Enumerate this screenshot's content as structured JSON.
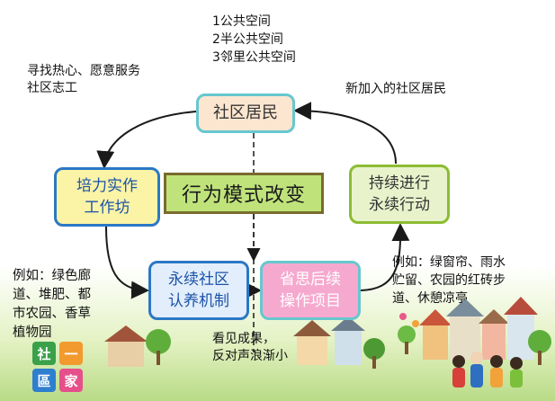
{
  "nodes": {
    "residents": "社区居民",
    "training": "培力实作\n工作坊",
    "continue": "持续进行\n永续行动",
    "mechanism": "永续社区\n认养机制",
    "project": "省思后续\n操作项目",
    "center": "行为模式改变"
  },
  "notes": {
    "space": "1公共空间\n2半公共空间\n3邻里公共空间",
    "volunteer": "寻找热心、愿意服务\n社区志工",
    "new_residents": "新加入的社区居民",
    "left_example": "例如：绿色廊\n道、堆肥、都\n市农园、香草\n植物园",
    "right_example": "例如：绿窗帘、雨水\n贮留、农园的红砖步\n道、休憩凉亭",
    "result": "看见成果，\n反对声浪渐小"
  },
  "logo": [
    "社",
    "一",
    "區",
    "家"
  ],
  "colors": {
    "arrow": "#1a1a1a",
    "logo_green": "#3aa14a",
    "logo_pink": "#e5508a",
    "logo_blue": "#2f7fcf",
    "logo_orange": "#f29a2e"
  }
}
